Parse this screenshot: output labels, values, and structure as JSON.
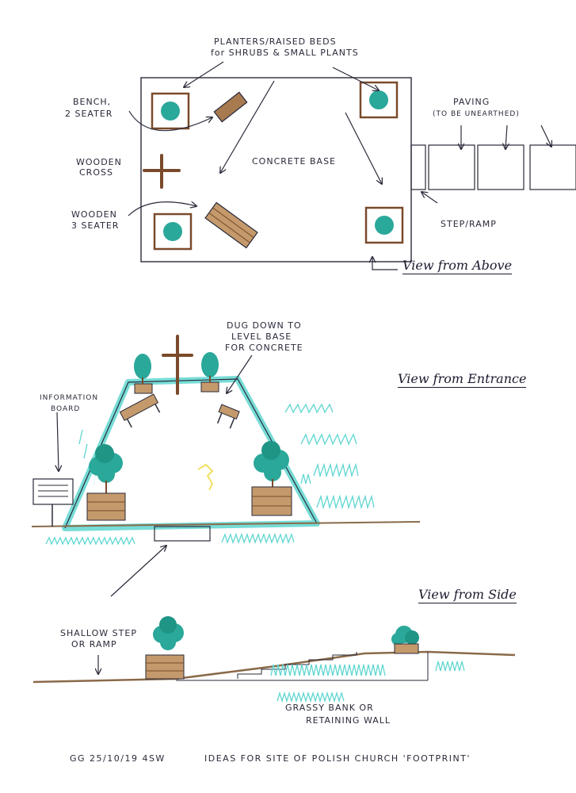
{
  "labels": {
    "planters": "PLANTERS/RAISED BEDS",
    "planters_sub": "for SHRUBS & SMALL PLANTS",
    "bench2_a": "BENCH,",
    "bench2_b": "2 SEATER",
    "cross_a": "WOODEN",
    "cross_b": "CROSS",
    "bench3_a": "WOODEN",
    "bench3_b": "3 SEATER",
    "concrete": "CONCRETE BASE",
    "paving_a": "PAVING",
    "paving_b": "(TO BE UNEARTHED)",
    "step": "STEP/RAMP",
    "dug_a": "DUG DOWN TO",
    "dug_b": "LEVEL BASE",
    "dug_c": "FOR CONCRETE",
    "info_a": "INFORMATION",
    "info_b": "BOARD",
    "shallow_a": "SHALLOW STEP",
    "shallow_b": "OR RAMP",
    "grassy_a": "GRASSY BANK OR",
    "grassy_b": "RETAINING WALL"
  },
  "headings": {
    "above": "View from Above",
    "entrance": "View from Entrance",
    "side": "View from Side"
  },
  "footer": {
    "initials": "GG 25/10/19 4SW",
    "title": "IDEAS FOR SITE OF POLISH CHURCH 'FOOTPRINT'"
  },
  "colors": {
    "ink": "#2a2a3a",
    "wood": "#7a4a2a",
    "grass": "#5fd6d0",
    "shrub": "#2aa89a",
    "ground": "#8a6a4a",
    "yellow": "#f0e060"
  }
}
